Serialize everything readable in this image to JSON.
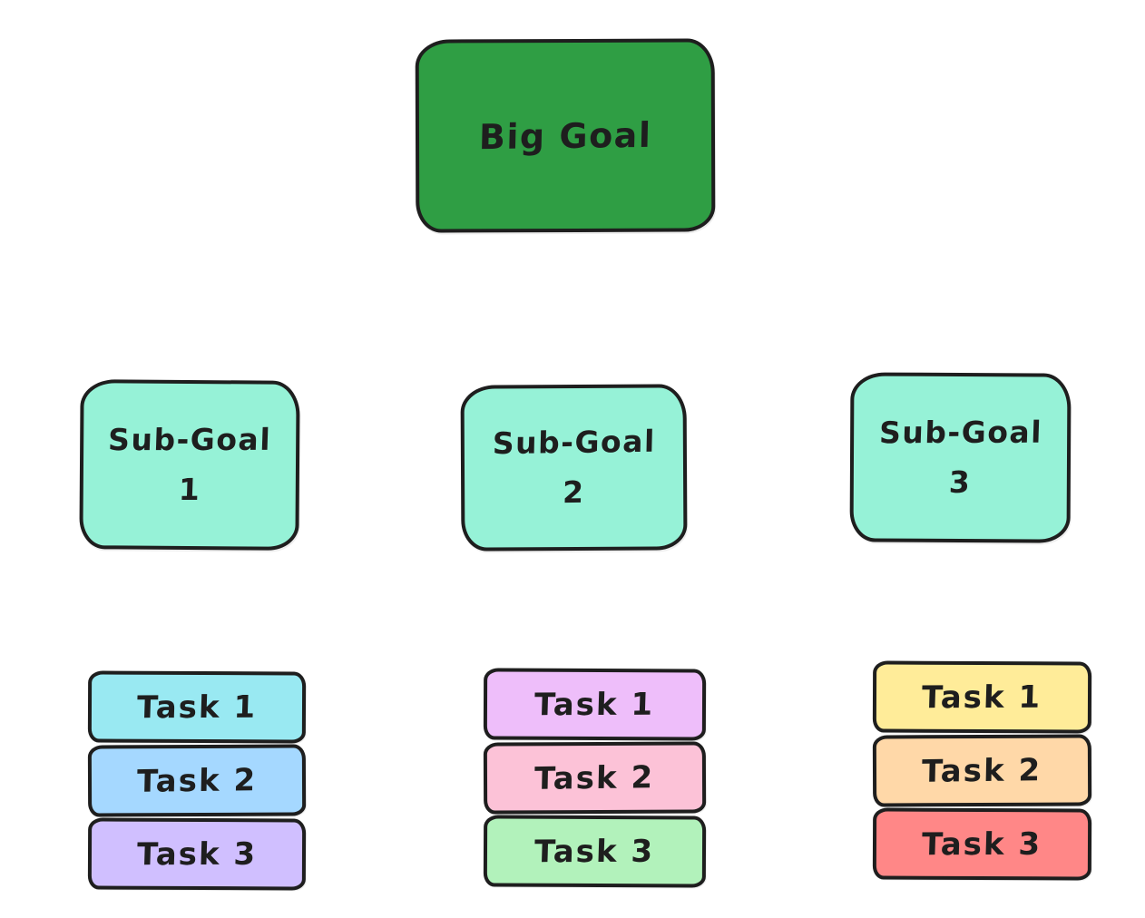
{
  "palette": {
    "background": "#ffffff",
    "stroke": "#1e1e1e",
    "text": "#1e1e1e"
  },
  "goal": {
    "label": "Big Goal",
    "fill": "#2f9e44"
  },
  "columns": [
    {
      "subgoal": {
        "title": "Sub-Goal",
        "number": "1",
        "fill": "#96f2d7"
      },
      "tasks": [
        {
          "label": "Task 1",
          "fill": "#99e9f2"
        },
        {
          "label": "Task 2",
          "fill": "#a5d8ff"
        },
        {
          "label": "Task 3",
          "fill": "#d0bfff"
        }
      ]
    },
    {
      "subgoal": {
        "title": "Sub-Goal",
        "number": "2",
        "fill": "#96f2d7"
      },
      "tasks": [
        {
          "label": "Task 1",
          "fill": "#eebefa"
        },
        {
          "label": "Task 2",
          "fill": "#fcc2d7"
        },
        {
          "label": "Task 3",
          "fill": "#b2f2bb"
        }
      ]
    },
    {
      "subgoal": {
        "title": "Sub-Goal",
        "number": "3",
        "fill": "#96f2d7"
      },
      "tasks": [
        {
          "label": "Task 1",
          "fill": "#ffec99"
        },
        {
          "label": "Task 2",
          "fill": "#ffd8a8"
        },
        {
          "label": "Task 3",
          "fill": "#ff8787"
        }
      ]
    }
  ]
}
